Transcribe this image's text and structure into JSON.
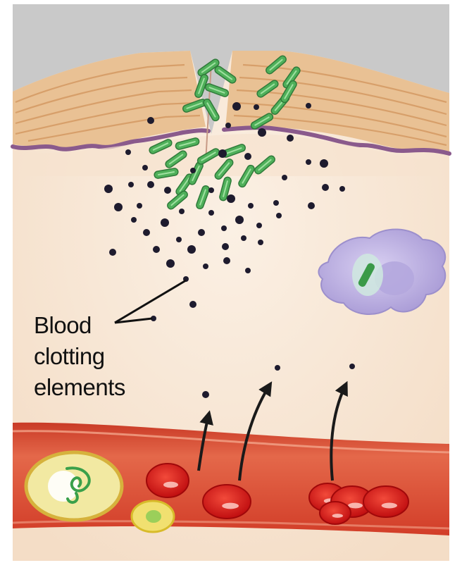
{
  "label": {
    "lines": [
      "Blood",
      "clotting",
      "elements"
    ]
  },
  "colors": {
    "background": "#ffffff",
    "wound_gap": "#c9c9c9",
    "skin_layer": "#e9c194",
    "skin_lines": "#d59a63",
    "membrane": "#8a5a8c",
    "tissue": "#f9e9da",
    "bacteria": "#4fb05a",
    "clotting_dot": "#1e1b2e",
    "phagocyte": "#bfb4e0",
    "vessel": "#d8402c",
    "red_cell": "#e3201c",
    "white_cell": "#f2e9a2"
  },
  "icons": [
    "bacteria-icon",
    "clotting-element-icon",
    "phagocyte-icon",
    "red-blood-cell-icon",
    "white-blood-cell-icon",
    "arrow-icon"
  ]
}
